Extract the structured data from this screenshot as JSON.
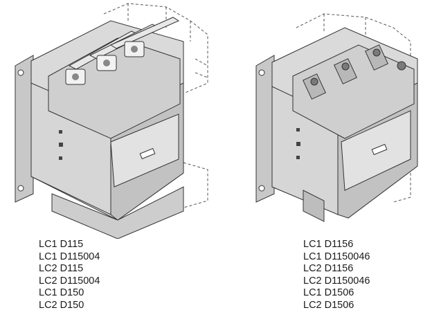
{
  "left_product": {
    "codes": [
      "LC1 D115",
      "LC1 D115004",
      "LC2 D115",
      "LC2 D115004",
      "LC1 D150",
      "LC2 D150"
    ]
  },
  "right_product": {
    "codes": [
      "LC1 D1156",
      "LC1 D1150046",
      "LC2 D1156",
      "LC2 D1150046",
      "LC1 D1506",
      "LC2 D1506"
    ]
  },
  "colors": {
    "body": "#dadada",
    "side": "#c2c2c2",
    "top": "#cfcfcf",
    "dark": "#a8a8a8",
    "line": "#333333",
    "dash": "#555555"
  }
}
